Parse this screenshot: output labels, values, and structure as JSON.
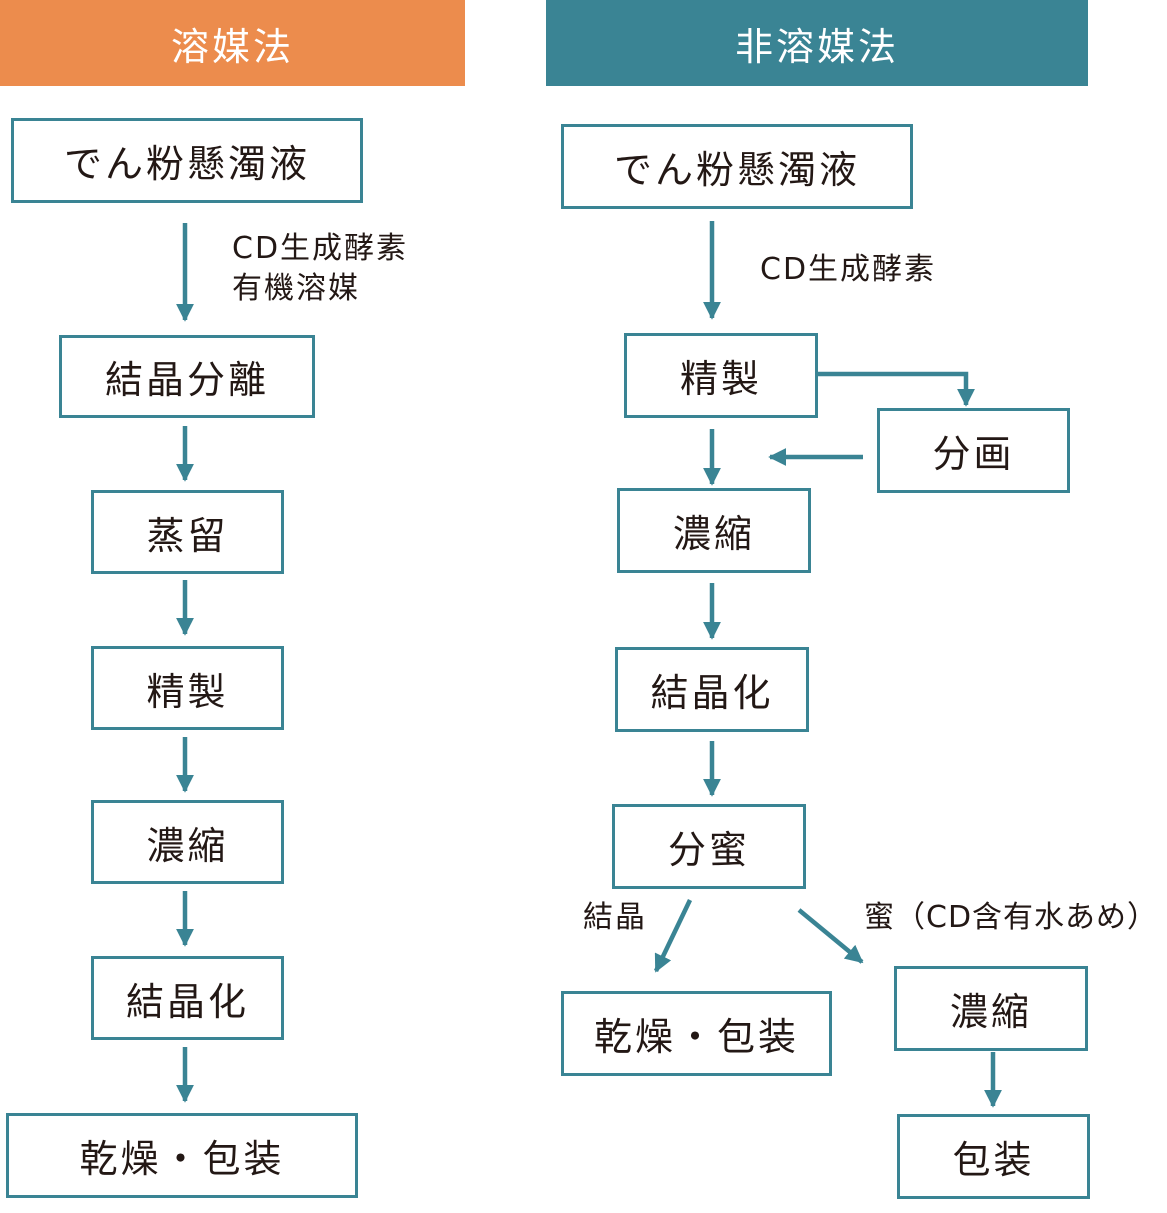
{
  "colors": {
    "solvent": "#ec8c4d",
    "nonsolvent": "#3a8494",
    "line": "#3a8494",
    "text": "#231815"
  },
  "solvent_method": {
    "title": "溶媒法",
    "steps": [
      "でん粉懸濁液",
      "結晶分離",
      "蒸留",
      "精製",
      "濃縮",
      "結晶化",
      "乾燥・包装"
    ],
    "edge_label_line1": "CD生成酵素",
    "edge_label_line2": "有機溶媒"
  },
  "nonsolvent_method": {
    "title": "非溶媒法",
    "steps": [
      "でん粉懸濁液",
      "精製",
      "分画",
      "濃縮",
      "結晶化",
      "分蜜",
      "乾燥・包装",
      "濃縮",
      "包装"
    ],
    "enzyme_label": "CD生成酵素",
    "crystal_label": "結晶",
    "syrup_label": "蜜（CD含有水あめ）"
  }
}
